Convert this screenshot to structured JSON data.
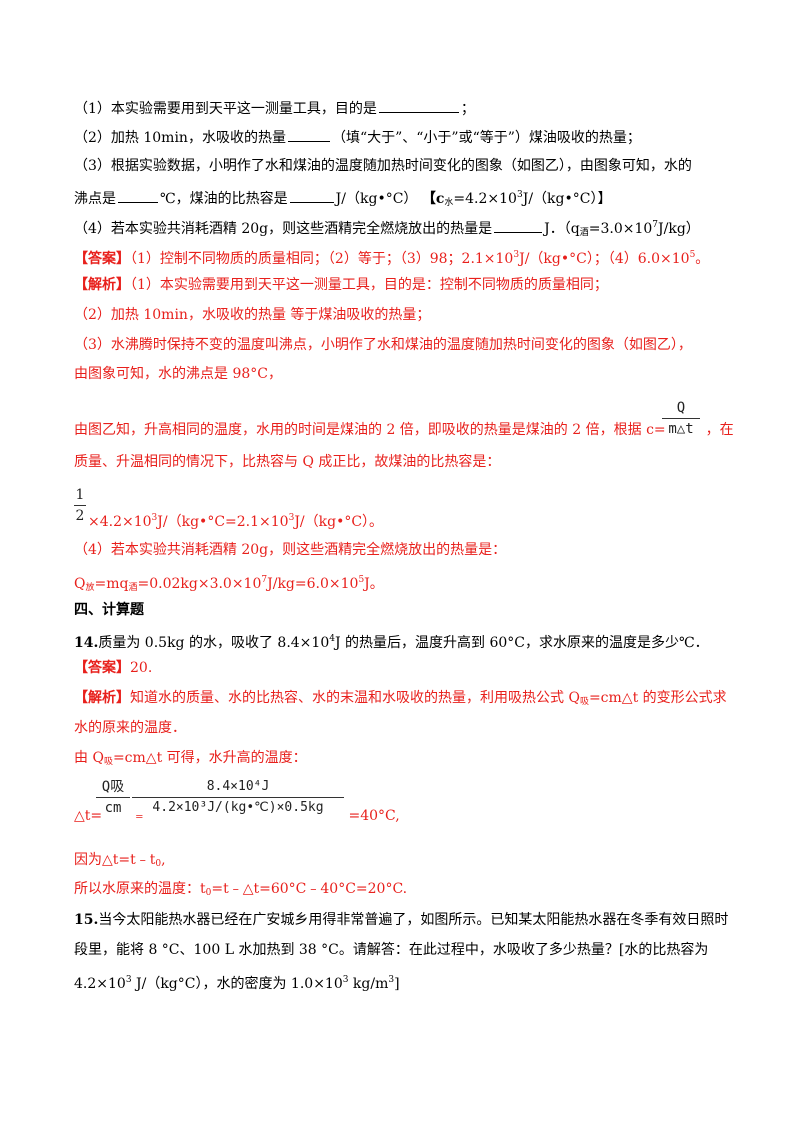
{
  "lines": {
    "q1": [
      "（1）本实验需要用到天平这一测量工具，目的是",
      "；"
    ],
    "q2": [
      "（2）加热 10min，水吸收的热量",
      "（填“大于”、“小于”或“等于”）煤油吸收的热量；"
    ],
    "q3a": "（3）根据实验数据，小明作了水和煤油的温度随加热时间变化的图象（如图乙），由图象可知，水的",
    "q3b": [
      "沸点是",
      "℃，煤油的比热容是",
      "J/（kg•°C）",
      "【c",
      "水",
      "=4.2×10",
      "3",
      "J/（kg•°C）】"
    ],
    "q4": [
      "（4）若本实验共消耗酒精 20g，则这些酒精完全燃烧放出的热量是",
      "J．（q",
      "酒",
      "=3.0×10",
      "7",
      "J/kg）"
    ],
    "ans13": [
      "【答案】",
      "（1）控制不同物质的质量相同；（2）等于；（3）98；2.1×10",
      "3",
      "J/（kg•°C）；（4）6.0×10",
      "5",
      "。"
    ],
    "ana13_1": [
      "【解析】",
      "（1）本实验需要用到天平这一测量工具，目的是：控制不同物质的质量相同；"
    ],
    "ana13_2": "（2）加热 10min，水吸收的热量 等于煤油吸收的热量；",
    "ana13_3a": "（3）水沸腾时保持不变的温度叫沸点，小明作了水和煤油的温度随加热时间变化的图象（如图乙），",
    "ana13_3b": "由图象可知，水的沸点是 98°C，",
    "ana13_4a": [
      "由图乙知，升高相同的温度，水用的时间是煤油的 2 倍，即吸收的热量是煤油的 2 倍，根据 c=",
      "，在"
    ],
    "frac_c": {
      "num": "Q",
      "den": "m△t"
    },
    "ana13_4b": "质量、升温相同的情况下，比热容与 Q 成正比，故煤油的比热容是：",
    "frac_half": {
      "num": "1",
      "den": "2"
    },
    "ana13_5": [
      "×4.2×10",
      "3",
      "J/（kg•°C=2.1×10",
      "3",
      "J/（kg•°C）。"
    ],
    "ana13_6": "（4）若本实验共消耗酒精 20g，则这些酒精完全燃烧放出的热量是：",
    "ana13_7": [
      "Q",
      "放",
      "=mq",
      "酒",
      "=0.02kg×3.0×10",
      "7",
      "J/kg=6.0×10",
      "5",
      "J。"
    ],
    "section4": "四、计算题",
    "q14": [
      "14.",
      "质量为 0.5kg 的水，吸收了 8.4×10",
      "4",
      "J 的热量后，温度升高到 60°C，求水原来的温度是多少℃．"
    ],
    "ans14": [
      "【答案】",
      "20."
    ],
    "ana14_1": [
      "【解析】",
      "知道水的质量、水的比热容、水的末温和水吸收的热量，利用吸热公式 Q",
      "吸",
      "=cm△t 的变形公式求"
    ],
    "ana14_2": "水的原来的温度．",
    "ana14_3": [
      "由 Q",
      "吸",
      "=cm△t 可得，水升高的温度："
    ],
    "frac_dt1": {
      "num": "Q吸",
      "den": "cm"
    },
    "frac_dt2": {
      "num": "8.4×10⁴J",
      "den": "4.2×10³J/(kg•℃)×0.5kg"
    },
    "ana14_4": [
      "△t=",
      "=",
      "=40°C,"
    ],
    "ana14_5": [
      "因为△t=t﹣t",
      "0",
      ","
    ],
    "ana14_6": [
      "所以水原来的温度：t",
      "0",
      "=t﹣△t=60°C﹣40°C=20°C."
    ],
    "q15a": [
      "15.",
      "当今太阳能热水器已经在广安城乡用得非常普遍了，如图所示。已知某太阳能热水器在冬季有效日照时"
    ],
    "q15b": "段里，能将 8 °C、100 L 水加热到 38 °C。请解答：在此过程中，水吸收了多少热量？[水的比热容为",
    "q15c": [
      "4.2×10",
      "3",
      " J/（kg°C），水的密度为 1.0×10",
      "3",
      " kg/m",
      "3",
      "]"
    ]
  }
}
